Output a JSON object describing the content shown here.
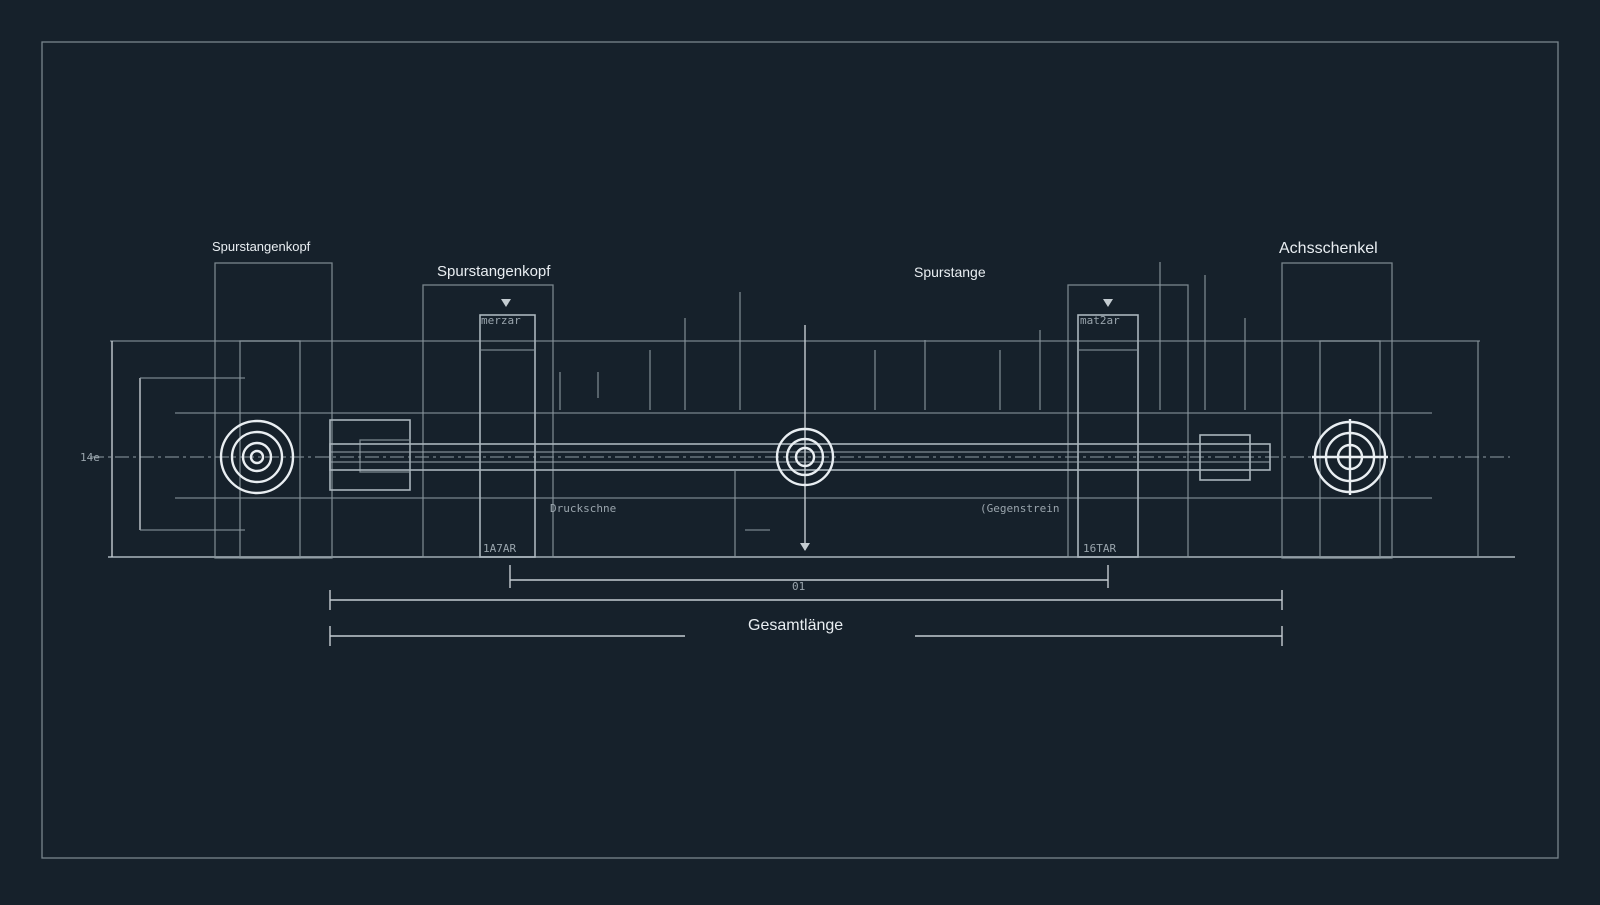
{
  "labels": {
    "tie_rod_end_left": "Spurstangenkopf",
    "tie_rod_end_inner": "Spurstangenkopf",
    "tie_rod": "Spurstange",
    "steering_knuckle": "Achsschenkel",
    "total_length": "Gesamtlänge"
  },
  "colors": {
    "background": "#16212b",
    "line": "#aab5bc",
    "highlight": "#e9eef2"
  }
}
